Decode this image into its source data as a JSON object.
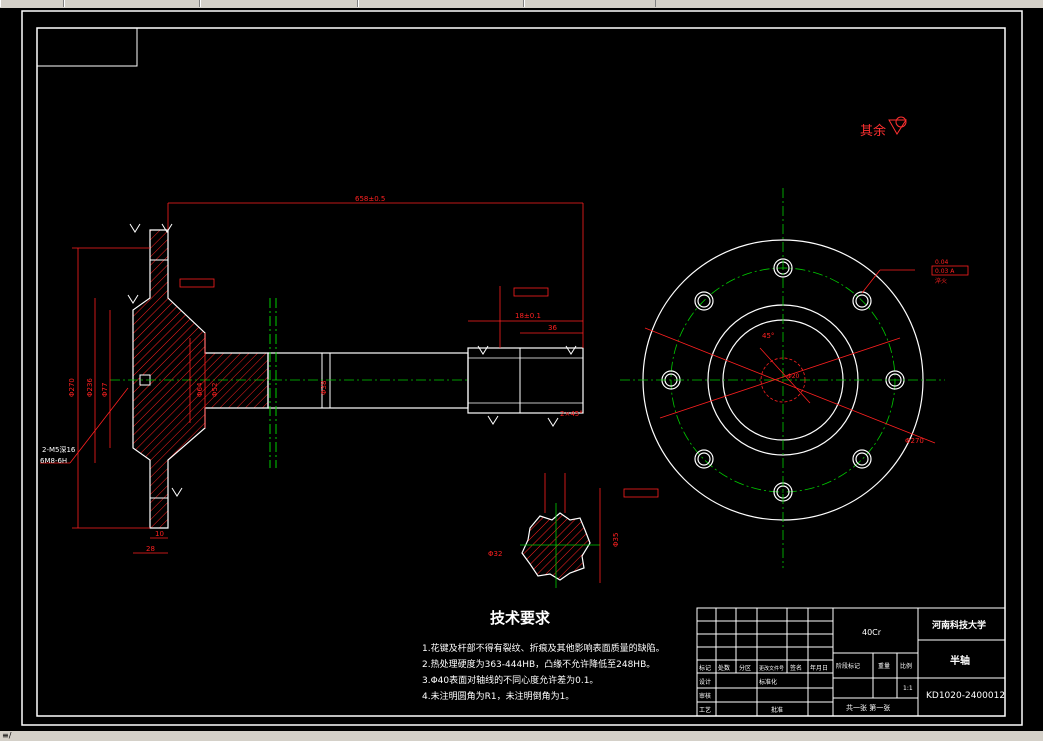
{
  "window": {
    "tabs": [
      "",
      "",
      "",
      "",
      ""
    ],
    "status_text": "≡/"
  },
  "annotations": {
    "roughness_note": "其余",
    "dim_length_main": "658±0.5",
    "dim_dia_flange": "Φ270",
    "dim_dia_bolt_circle": "Φ236",
    "dim_dia_hub": "Φ77",
    "dim_dia_flange_inner": "Φ64",
    "dim_dia_boss": "Φ52",
    "dim_dia_shaft": "Φ38",
    "dim_spline_len": "18±0.1",
    "dim_spline_seg": "36",
    "dim_width_28": "28",
    "dim_width_10": "10",
    "hole_note_1": "2-M5深16",
    "hole_note_2": "6M8-6H",
    "circular_dim": "Φ270",
    "angle_note": "45°",
    "small_dia": "Φ20",
    "flatness": "0.04",
    "runout": "0.03 A",
    "hardness": "淬火",
    "section_dim_1": "Φ32",
    "section_dim_2": "Φ35",
    "chamfer": "2×45°"
  },
  "tech_requirements": {
    "title": "技术要求",
    "items": [
      "1.花键及杆部不得有裂纹、折痕及其他影响表面质量的缺陷。",
      "2.热处理硬度为363-444HB，凸缘不允许降低至248HB。",
      "3.Φ40表面对轴线的不同心度允许差为0.1。",
      "4.未注明圆角为R1，未注明倒角为1。"
    ]
  },
  "title_block": {
    "material": "40Cr",
    "school": "河南科技大学",
    "part_name": "半轴",
    "drawing_no": "KD1020-2400012",
    "scale": "1:1",
    "sheet_note": "共一张 第一张",
    "row_labels": [
      "标记",
      "处数",
      "分区",
      "更改文件号",
      "签名",
      "年月日"
    ],
    "role_labels": [
      "设计",
      "标准化",
      "审核",
      "工艺",
      "批准"
    ],
    "col_labels": [
      "阶段标记",
      "重量",
      "比例"
    ]
  },
  "colors": {
    "background": "#000000",
    "outline": "#ffffff",
    "dimension": "#ff2020",
    "centerline": "#00cc00",
    "hatch": "#ff2020",
    "text": "#ffffff",
    "title_text": "#ff3030"
  }
}
